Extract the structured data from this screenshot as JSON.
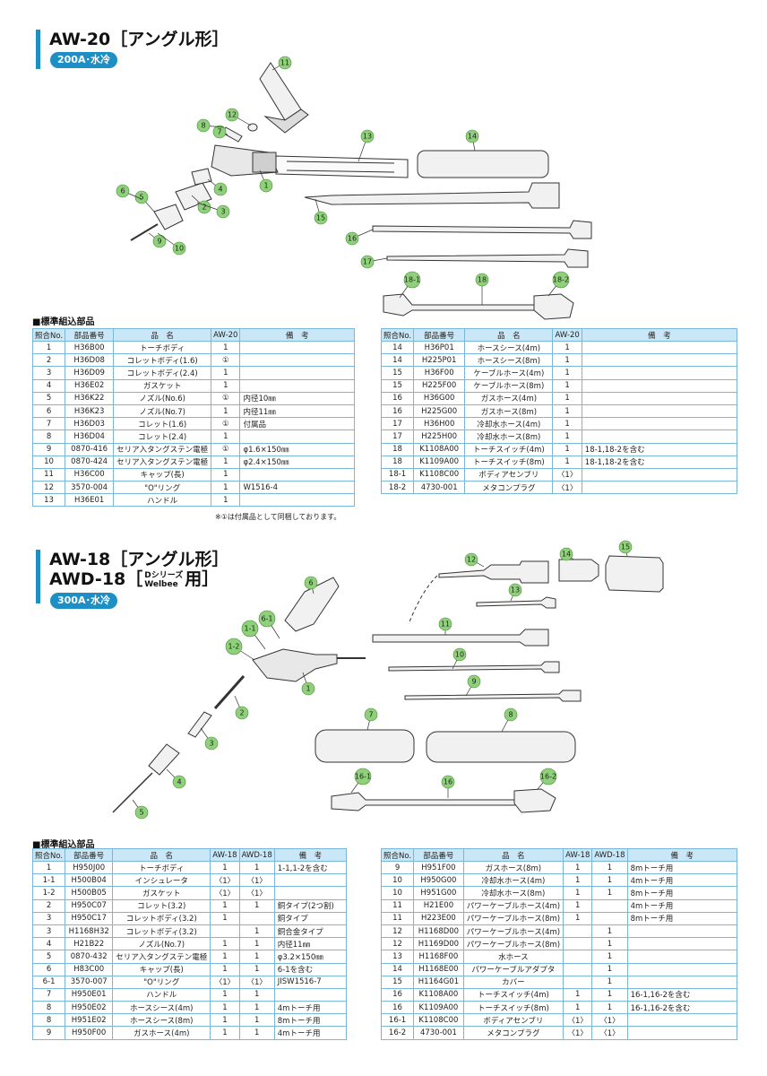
{
  "colors": {
    "accent": "#1d8fc4",
    "header_bg": "#c9e7f6",
    "border": "#7ab6d6",
    "callout_fill": "#8fd17a"
  },
  "aw20": {
    "title": "AW-20［アングル形］",
    "badge": "200A･水冷",
    "diagram_callouts": [
      "1",
      "2",
      "3",
      "4",
      "5",
      "6",
      "7",
      "8",
      "9",
      "10",
      "11",
      "12",
      "13",
      "14",
      "15",
      "16",
      "17",
      "18",
      "18-1",
      "18-2"
    ],
    "table_title": "■標準組込部品",
    "headers": [
      "照合No.",
      "部品番号",
      "品　名",
      "AW-20",
      "備　考"
    ],
    "left_rows": [
      [
        "1",
        "H36B00",
        "トーチボディ",
        "1",
        ""
      ],
      [
        "2",
        "H36D08",
        "コレットボディ(1.6)",
        "①",
        ""
      ],
      [
        "3",
        "H36D09",
        "コレットボディ(2.4)",
        "1",
        ""
      ],
      [
        "4",
        "H36E02",
        "ガスケット",
        "1",
        ""
      ],
      [
        "5",
        "H36K22",
        "ノズル(No.6)",
        "①",
        "内径10㎜"
      ],
      [
        "6",
        "H36K23",
        "ノズル(No.7)",
        "1",
        "内径11㎜"
      ],
      [
        "7",
        "H36D03",
        "コレット(1.6)",
        "①",
        "付属品"
      ],
      [
        "8",
        "H36D04",
        "コレット(2.4)",
        "1",
        ""
      ],
      [
        "9",
        "0870-416",
        "セリア入タングステン電極",
        "①",
        "φ1.6×150㎜"
      ],
      [
        "10",
        "0870-424",
        "セリア入タングステン電極",
        "1",
        "φ2.4×150㎜"
      ],
      [
        "11",
        "H36C00",
        "キャップ(長)",
        "1",
        ""
      ],
      [
        "12",
        "3570-004",
        "\"O\"リング",
        "1",
        "W1516-4"
      ],
      [
        "13",
        "H36E01",
        "ハンドル",
        "1",
        ""
      ]
    ],
    "right_rows": [
      [
        "14",
        "H36P01",
        "ホースシース(4m)",
        "1",
        ""
      ],
      [
        "14",
        "H225P01",
        "ホースシース(8m)",
        "1",
        ""
      ],
      [
        "15",
        "H36F00",
        "ケーブルホース(4m)",
        "1",
        ""
      ],
      [
        "15",
        "H225F00",
        "ケーブルホース(8m)",
        "1",
        ""
      ],
      [
        "16",
        "H36G00",
        "ガスホース(4m)",
        "1",
        ""
      ],
      [
        "16",
        "H225G00",
        "ガスホース(8m)",
        "1",
        ""
      ],
      [
        "17",
        "H36H00",
        "冷却水ホース(4m)",
        "1",
        ""
      ],
      [
        "17",
        "H225H00",
        "冷却水ホース(8m)",
        "1",
        ""
      ],
      [
        "18",
        "K1108A00",
        "トーチスイッチ(4m)",
        "1",
        "18-1,18-2を含む"
      ],
      [
        "18",
        "K1109A00",
        "トーチスイッチ(8m)",
        "1",
        "18-1,18-2を含む"
      ],
      [
        "18-1",
        "K1108C00",
        "ボディアセンブリ",
        "〈1〉",
        ""
      ],
      [
        "18-2",
        "4730-001",
        "メタコンプラグ",
        "〈1〉",
        ""
      ]
    ],
    "footnote": "※①は付属品として同梱しております。"
  },
  "aw18": {
    "title_line1": "AW-18［アングル形］",
    "title_line2_pre": "AWD-18［",
    "title_line2_sub1": "Dシリーズ",
    "title_line2_sub2": "Welbee",
    "title_line2_post": "用］",
    "badge": "300A･水冷",
    "diagram_callouts": [
      "1",
      "1-1",
      "1-2",
      "2",
      "3",
      "4",
      "5",
      "6",
      "6-1",
      "7",
      "8",
      "9",
      "10",
      "11",
      "12",
      "13",
      "14",
      "15",
      "16",
      "16-1",
      "16-2"
    ],
    "table_title": "■標準組込部品",
    "headers": [
      "照合No.",
      "部品番号",
      "品　名",
      "AW-18",
      "AWD-18",
      "備　考"
    ],
    "left_rows": [
      [
        "1",
        "H950J00",
        "トーチボディ",
        "1",
        "1",
        "1-1,1-2を含む"
      ],
      [
        "1-1",
        "H500B04",
        "インシュレータ",
        "〈1〉",
        "〈1〉",
        ""
      ],
      [
        "1-2",
        "H500B05",
        "ガスケット",
        "〈1〉",
        "〈1〉",
        ""
      ],
      [
        "2",
        "H950C07",
        "コレット(3.2)",
        "1",
        "1",
        "銅タイプ(2つ割)"
      ],
      [
        "3",
        "H950C17",
        "コレットボディ(3.2)",
        "1",
        "",
        "銅タイプ"
      ],
      [
        "3",
        "H1168H32",
        "コレットボディ(3.2)",
        "",
        "1",
        "銅合金タイプ"
      ],
      [
        "4",
        "H21B22",
        "ノズル(No.7)",
        "1",
        "1",
        "内径11㎜"
      ],
      [
        "5",
        "0870-432",
        "セリア入タングステン電極",
        "1",
        "1",
        "φ3.2×150㎜"
      ],
      [
        "6",
        "H83C00",
        "キャップ(長)",
        "1",
        "1",
        "6-1を含む"
      ],
      [
        "6-1",
        "3570-007",
        "\"O\"リング",
        "〈1〉",
        "〈1〉",
        "JISW1516-7"
      ],
      [
        "7",
        "H950E01",
        "ハンドル",
        "1",
        "1",
        ""
      ],
      [
        "8",
        "H950E02",
        "ホースシース(4m)",
        "1",
        "1",
        "4mトーチ用"
      ],
      [
        "8",
        "H951E02",
        "ホースシース(8m)",
        "1",
        "1",
        "8mトーチ用"
      ],
      [
        "9",
        "H950F00",
        "ガスホース(4m)",
        "1",
        "1",
        "4mトーチ用"
      ]
    ],
    "right_rows": [
      [
        "9",
        "H951F00",
        "ガスホース(8m)",
        "1",
        "1",
        "8mトーチ用"
      ],
      [
        "10",
        "H950G00",
        "冷却水ホース(4m)",
        "1",
        "1",
        "4mトーチ用"
      ],
      [
        "10",
        "H951G00",
        "冷却水ホース(8m)",
        "1",
        "1",
        "8mトーチ用"
      ],
      [
        "11",
        "H21E00",
        "パワーケーブルホース(4m)",
        "1",
        "",
        "4mトーチ用"
      ],
      [
        "11",
        "H223E00",
        "パワーケーブルホース(8m)",
        "1",
        "",
        "8mトーチ用"
      ],
      [
        "12",
        "H1168D00",
        "パワーケーブルホース(4m)",
        "",
        "1",
        ""
      ],
      [
        "12",
        "H1169D00",
        "パワーケーブルホース(8m)",
        "",
        "1",
        ""
      ],
      [
        "13",
        "H1168F00",
        "水ホース",
        "",
        "1",
        ""
      ],
      [
        "14",
        "H1168E00",
        "パワーケーブルアダプタ",
        "",
        "1",
        ""
      ],
      [
        "15",
        "H1164G01",
        "カバー",
        "",
        "1",
        ""
      ],
      [
        "16",
        "K1108A00",
        "トーチスイッチ(4m)",
        "1",
        "1",
        "16-1,16-2を含む"
      ],
      [
        "16",
        "K1109A00",
        "トーチスイッチ(8m)",
        "1",
        "1",
        "16-1,16-2を含む"
      ],
      [
        "16-1",
        "K1108C00",
        "ボディアセンブリ",
        "〈1〉",
        "〈1〉",
        ""
      ],
      [
        "16-2",
        "4730-001",
        "メタコンプラグ",
        "〈1〉",
        "〈1〉",
        ""
      ]
    ]
  }
}
